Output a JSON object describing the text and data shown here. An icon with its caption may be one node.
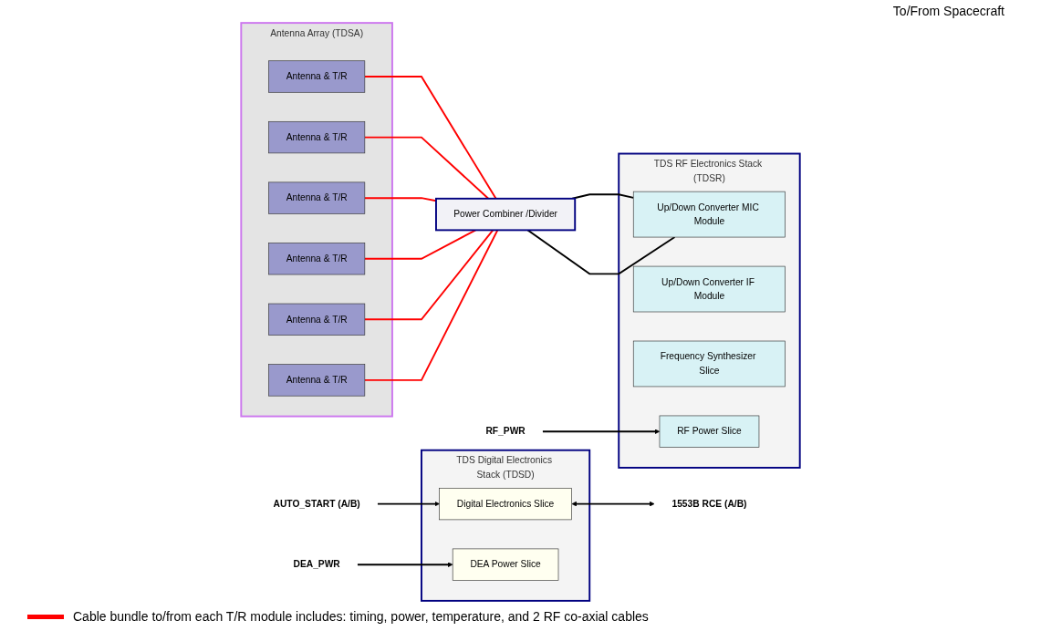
{
  "diagram": {
    "nodes": [
      {
        "text": [
          "Antenna Array (TDSA)"
        ]
      },
      {
        "text": [
          "Antenna & T/R"
        ],
        "in": 0
      },
      {
        "text": [
          "Antenna & T/R"
        ],
        "in": 0
      },
      {
        "text": [
          "Antenna & T/R"
        ],
        "in": 0
      },
      {
        "text": [
          "Antenna & T/R"
        ],
        "in": 0
      },
      {
        "text": [
          "Antenna & T/R"
        ],
        "in": 0
      },
      {
        "text": [
          "Antenna & T/R"
        ],
        "in": 0
      },
      {
        "text": [
          "Power Combiner /Divider"
        ]
      },
      {
        "text": [
          "TDS RF Electronics Stack (TDSR)"
        ]
      },
      {
        "text": [
          "Up/Down Converter MIC Module"
        ],
        "in": 8
      },
      {
        "text": [
          "Up/Down Converter IF Module"
        ],
        "in": 8
      },
      {
        "text": [
          "Frequency Synthesizer Slice"
        ],
        "in": 8
      },
      {
        "text": [
          "RF Power Slice"
        ],
        "in": 8
      },
      {
        "text": [
          "TDS Digital Electronics Stack (TDSD)"
        ]
      },
      {
        "text": [
          "Digital Electronics Slice"
        ],
        "in": 13
      },
      {
        "text": [
          "DEA Power Slice"
        ],
        "in": 13
      },
      {
        "text": [
          "RF_PWR"
        ]
      },
      {
        "text": [
          "1553B RCE (A/B)"
        ]
      },
      {
        "text": [
          "AUTO_START (A/B)"
        ]
      },
      {
        "text": [
          "DEA_PWR"
        ]
      }
    ],
    "edges": [
      {
        "from": 1,
        "to": 7,
        "arrow": "none",
        "color": "#ff0000"
      },
      {
        "from": 2,
        "to": 7,
        "arrow": "none",
        "color": "#ff0000"
      },
      {
        "from": 3,
        "to": 7,
        "arrow": "none",
        "color": "#ff0000"
      },
      {
        "from": 4,
        "to": 7,
        "arrow": "none",
        "color": "#ff0000"
      },
      {
        "from": 5,
        "to": 7,
        "arrow": "none",
        "color": "#ff0000"
      },
      {
        "from": 6,
        "to": 7,
        "arrow": "none",
        "color": "#ff0000"
      },
      {
        "from": 7,
        "to": 9,
        "arrow": "none",
        "color": "#000000"
      },
      {
        "from": 7,
        "to": 9,
        "arrow": "none",
        "color": "#000000"
      },
      {
        "from": 16,
        "to": 12,
        "arrow": "to",
        "color": "#000000"
      },
      {
        "from": 14,
        "to": 17,
        "arrow": "both",
        "color": "#000000"
      },
      {
        "from": 18,
        "to": 14,
        "arrow": "to",
        "color": "#000000"
      },
      {
        "from": 19,
        "to": 15,
        "arrow": "to",
        "color": "#000000"
      }
    ],
    "labels": [
      "To/From Spacecraft"
    ],
    "legend": [
      {
        "text": "Cable bundle to/from each T/R module includes: timing, power, temperature, and 2 RF co-axial cables"
      }
    ]
  }
}
